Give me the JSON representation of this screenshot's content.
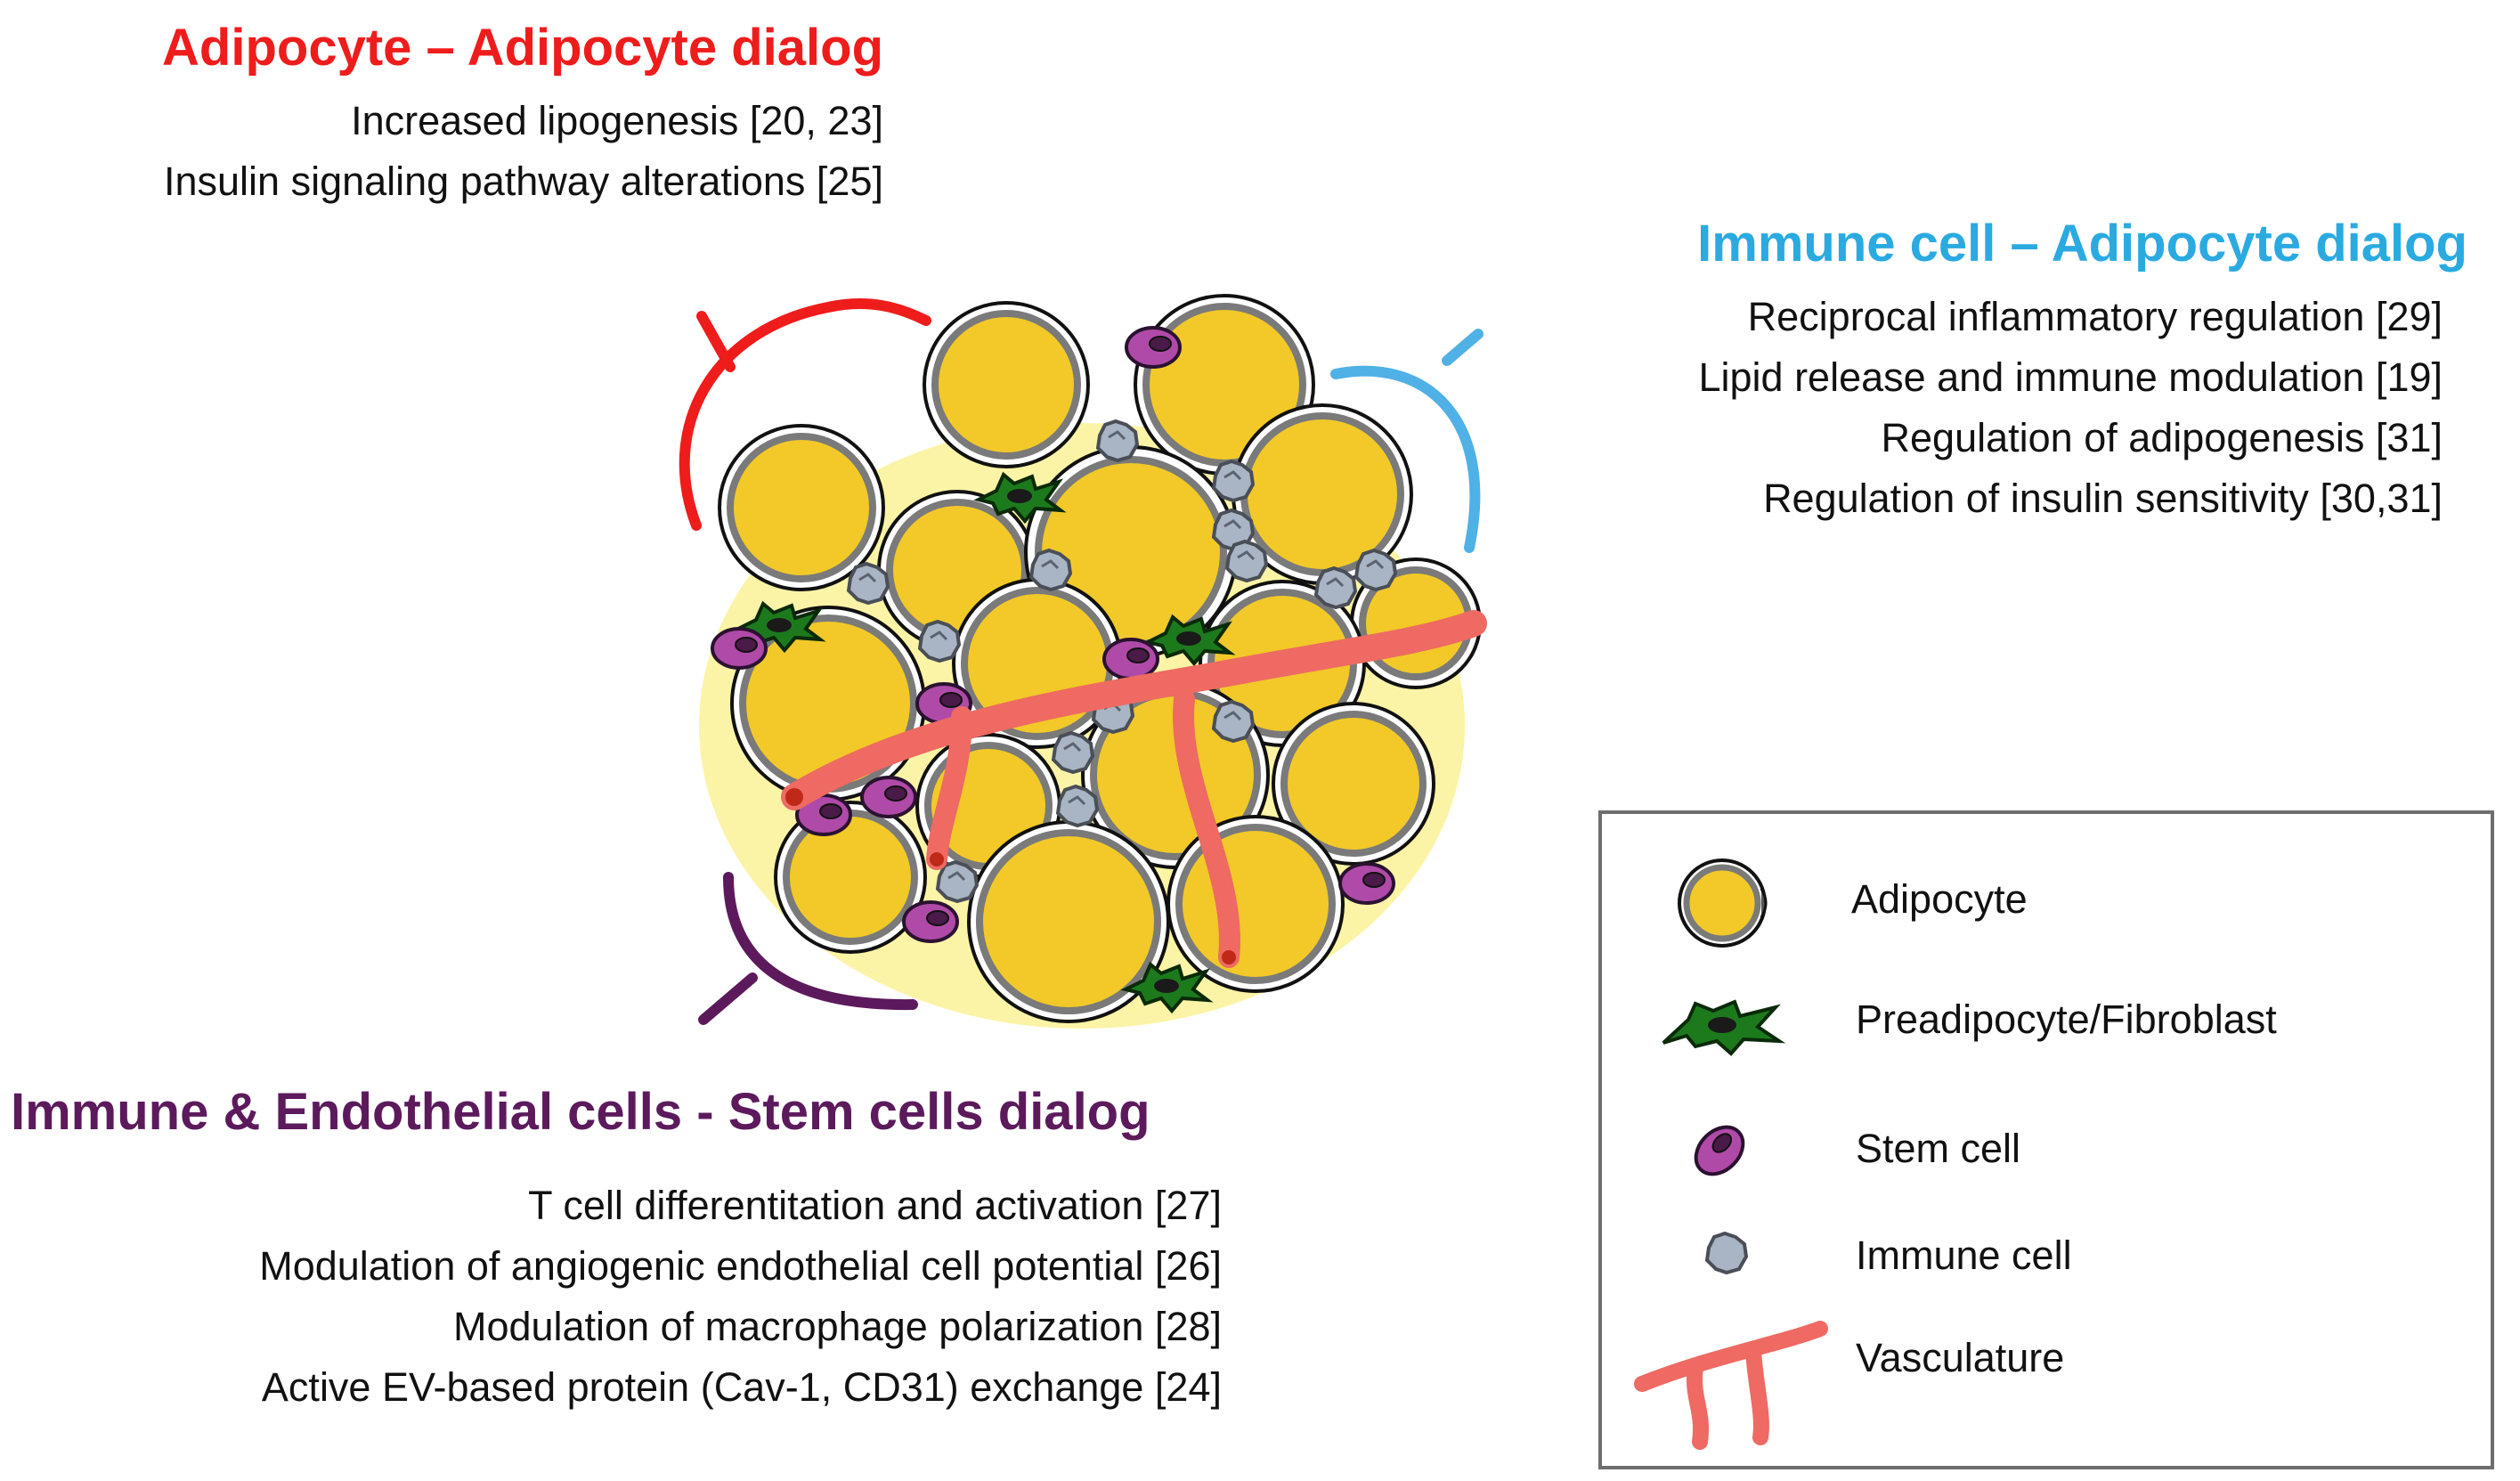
{
  "colors": {
    "adipocyte_dialog": "#ef1c1c",
    "immune_dialog": "#2aaae1",
    "stem_dialog": "#5c1a5c",
    "adipocyte_fill": "#f2c928",
    "preadipocyte": "#1c7a1c",
    "stem_cell": "#b04aa8",
    "immune_cell": "#a9b4c4",
    "vasculature": "#ee6a62"
  },
  "sections": {
    "adipocyte": {
      "title": "Adipocyte – Adipocyte dialog",
      "items": [
        "Increased lipogenesis [20, 23]",
        "Insulin signaling pathway alterations [25]"
      ]
    },
    "immune": {
      "title": "Immune cell – Adipocyte dialog",
      "items": [
        "Reciprocal inflammatory regulation  [29]",
        "Lipid release and immune modulation [19]",
        "Regulation of adipogenesis  [31]",
        "Regulation of insulin sensitivity  [30,31]"
      ]
    },
    "stem": {
      "title": "Immune & Endothelial cells - Stem cells dialog",
      "items": [
        "T cell differentitation and activation [27]",
        "Modulation of angiogenic endothelial cell potential  [26]",
        "Modulation of macrophage polarization  [28]",
        "Active EV-based protein (Cav-1, CD31) exchange [24]"
      ]
    }
  },
  "legend": {
    "items": [
      {
        "icon": "adipocyte-icon",
        "label": "Adipocyte"
      },
      {
        "icon": "preadipocyte-icon",
        "label": "Preadipocyte/Fibroblast"
      },
      {
        "icon": "stem-cell-icon",
        "label": "Stem cell"
      },
      {
        "icon": "immune-cell-icon",
        "label": "Immune cell"
      },
      {
        "icon": "vasculature-icon",
        "label": "Vasculature"
      }
    ]
  }
}
